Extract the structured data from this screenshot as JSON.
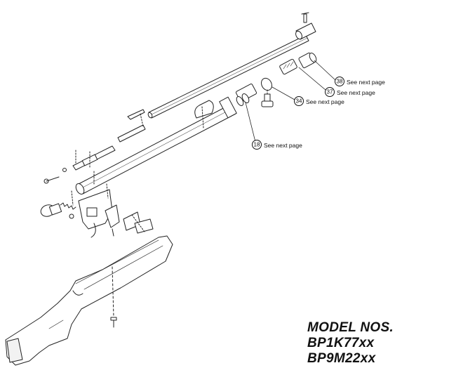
{
  "callouts": [
    {
      "id": "38",
      "text": "See next page"
    },
    {
      "id": "37",
      "text": "See next page"
    },
    {
      "id": "34",
      "text": "See next page"
    },
    {
      "id": "18",
      "text": "See next page"
    }
  ],
  "model_block": {
    "heading": "MODEL NOS.",
    "models": [
      "BP1K77xx",
      "BP9M22xx"
    ]
  }
}
